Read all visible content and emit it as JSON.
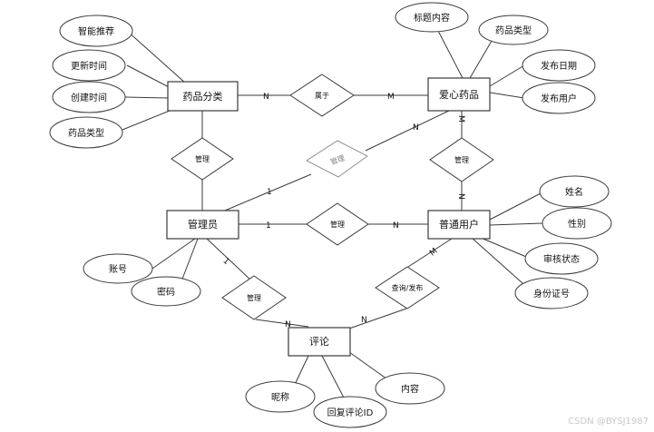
{
  "entities": {
    "drug_category": "药品分类",
    "charity_drug": "爱心药品",
    "admin": "管理员",
    "user": "普通用户",
    "comment": "评论"
  },
  "relations": {
    "belongs_to": "属于",
    "manage_drug": "管理",
    "manage_drug_faded": "管理",
    "manage_user": "管理",
    "user_drug": "管理",
    "manage_comment": "管理",
    "view_publish": "查询/发布"
  },
  "attributes": {
    "category": [
      "智能推荐",
      "更新时间",
      "创建时间",
      "药品类型"
    ],
    "drug": [
      "标题内容",
      "药品类型",
      "发布日期",
      "发布用户"
    ],
    "admin": [
      "账号",
      "密码"
    ],
    "user": [
      "姓名",
      "性别",
      "审核状态",
      "身份证号"
    ],
    "comment": [
      "昵称",
      "回复评论ID",
      "内容"
    ]
  },
  "cardinalities": {
    "cat_rel_N": "N",
    "rel_drug_M": "M",
    "admin_faded_1": "1",
    "faded_drug_N": "N",
    "drug_M": "M",
    "user_N": "N",
    "admin_user_1": "1",
    "admin_user_N": "N",
    "admin_comment_1": "1",
    "comment_N_left": "N",
    "comment_N_right": "N",
    "user_M": "M"
  },
  "watermark": "CSDN @BYSJ1987"
}
